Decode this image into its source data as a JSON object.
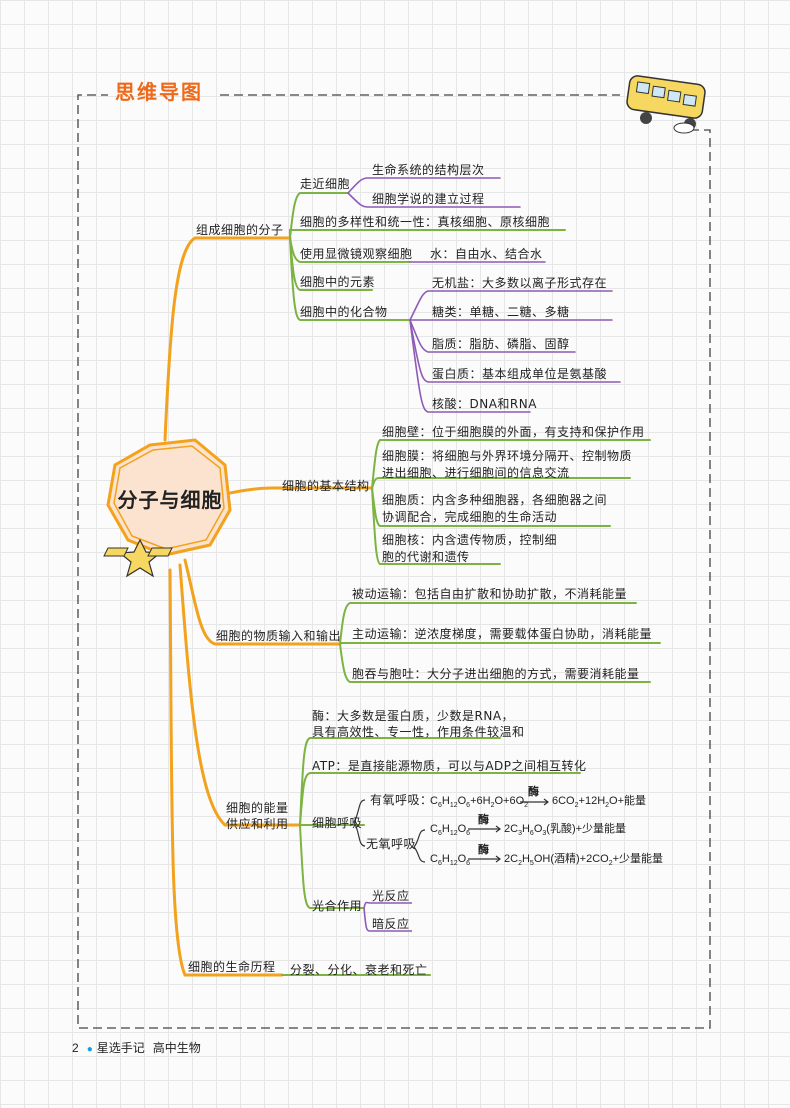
{
  "title": "思维导图",
  "center": "分子与细胞",
  "branches": {
    "b1": {
      "label": "组成细胞的分子",
      "zoujin": "走近细胞",
      "zoujin_items": [
        "生命系统的结构层次",
        "细胞学说的建立过程"
      ],
      "duoyang": "细胞的多样性和统一性：真核细胞、原核细胞",
      "xianwei": "使用显微镜观察细胞",
      "yuansu": "细胞中的元素",
      "huahewu": "细胞中的化合物",
      "compounds": [
        "水：自由水、结合水",
        "无机盐：大多数以离子形式存在",
        "糖类：单糖、二糖、多糖",
        "脂质：脂肪、磷脂、固醇",
        "蛋白质：基本组成单位是氨基酸",
        "核酸：DNA和RNA"
      ]
    },
    "b2": {
      "label": "细胞的基本结构",
      "items": [
        "细胞壁：位于细胞膜的外面，有支持和保护作用",
        "细胞膜：将细胞与外界环境分隔开、控制物质进出细胞、进行细胞间的信息交流",
        "细胞质：内含多种细胞器，各细胞器之间协调配合，完成细胞的生命活动",
        "细胞核：内含遗传物质，控制细胞的代谢和遗传"
      ]
    },
    "b3": {
      "label": "细胞的物质输入和输出",
      "items": [
        "被动运输：包括自由扩散和协助扩散，不消耗能量",
        "主动运输：逆浓度梯度，需要载体蛋白协助，消耗能量",
        "胞吞与胞吐：大分子进出细胞的方式，需要消耗能量"
      ]
    },
    "b4": {
      "label_line1": "细胞的能量",
      "label_line2": "供应和利用",
      "mei_line1": "酶：大多数是蛋白质，少数是RNA，",
      "mei_line2": "具有高效性、专一性，作用条件较温和",
      "atp": "ATP：是直接能源物质，可以与ADP之间相互转化",
      "huxi": "细胞呼吸",
      "youyang": "有氧呼吸：",
      "wuyang": "无氧呼吸",
      "enzyme": "酶",
      "lactic": "(乳酸)+少量能量",
      "alcohol": "(酒精)+2CO",
      "alcohol_tail": "+少量能量",
      "youyang_tail": "+能量",
      "guanghe": "光合作用",
      "guang_items": [
        "光反应",
        "暗反应"
      ]
    },
    "b5": {
      "label": "细胞的生命历程",
      "items": "分裂、分化、衰老和死亡"
    }
  },
  "footer": {
    "page": "2",
    "brand": "星选手记",
    "subject": "高中生物"
  },
  "colors": {
    "orange": "#f2a21c",
    "green": "#7cb342",
    "purple": "#8e5bb5",
    "title": "#ee6a1a",
    "center_fill": "#fbe3d0"
  }
}
